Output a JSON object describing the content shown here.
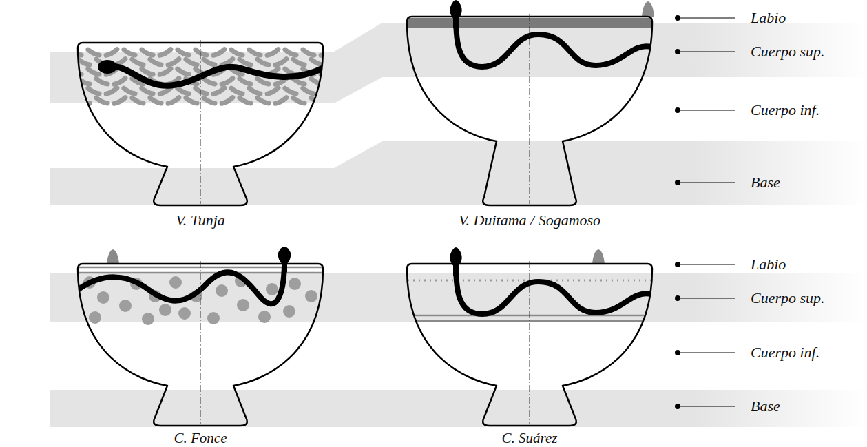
{
  "diagram": {
    "labels": [
      "V. Tunja",
      "V. Duitama / Sogamoso",
      "Labio",
      "Cuerpo sup.",
      "Cuerpo inf.",
      "Base",
      "C. Fonce",
      "C. Suárez",
      "Labio",
      "Cuerpo sup.",
      "Cuerpo inf.",
      "Base"
    ]
  }
}
